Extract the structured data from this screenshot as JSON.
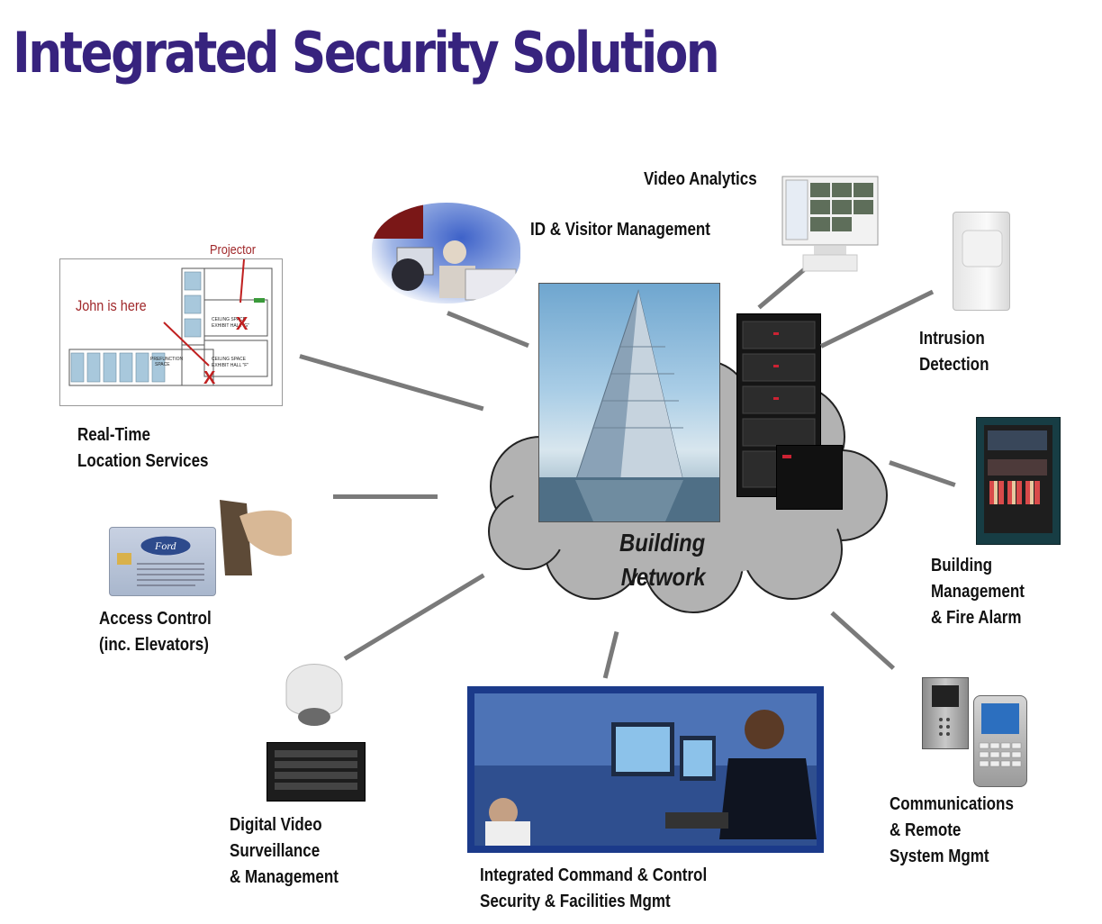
{
  "title": "Integrated Security Solution",
  "center": {
    "label_line1": "Building",
    "label_line2": "Network"
  },
  "floorplan": {
    "annotation_projector": "Projector",
    "annotation_john": "John is here",
    "marker": "X",
    "rooms": [
      "CEILING SPACE",
      "EXHIBIT HALL \"G\"",
      "CEILING SPACE",
      "EXHIBIT HALL \"F\"",
      "PREFUNCTION",
      "SPACE"
    ]
  },
  "access_card": {
    "brand": "Ford"
  },
  "nodes": {
    "video_analytics": {
      "line1": "Video Analytics"
    },
    "id_visitor": {
      "line1": "ID & Visitor Management"
    },
    "intrusion": {
      "line1": "Intrusion",
      "line2": "Detection"
    },
    "rtls": {
      "line1": "Real-Time",
      "line2": "Location Services"
    },
    "access": {
      "line1": "Access Control",
      "line2": "(inc. Elevators)"
    },
    "building_mgmt": {
      "line1": "Building",
      "line2": "Management",
      "line3": "& Fire Alarm"
    },
    "dvs": {
      "line1": "Digital Video",
      "line2": "Surveillance",
      "line3": "& Management"
    },
    "command": {
      "line1": "Integrated Command & Control",
      "line2": "Security & Facilities Mgmt"
    },
    "comms": {
      "line1": "Communications",
      "line2": "& Remote",
      "line3": "System Mgmt"
    }
  },
  "colors": {
    "title": "#37237e",
    "connector": "#7a7a7a",
    "cloud": "#b2b2b2",
    "annotation": "#a0282a",
    "command_frame": "#1b3a8a"
  }
}
